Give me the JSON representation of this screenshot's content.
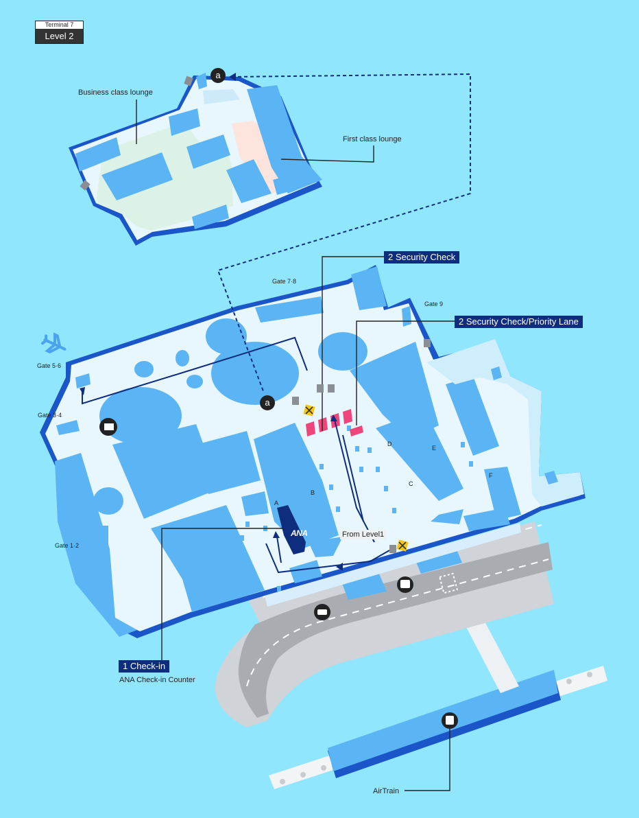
{
  "header": {
    "terminal": "Terminal 7",
    "level": "Level 2"
  },
  "lounges": {
    "business": "Business class lounge",
    "first": "First class lounge"
  },
  "steps": {
    "check_in": "1 Check-in",
    "check_in_sub": "ANA Check-in Counter",
    "security": "2 Security Check",
    "priority": "2 Security Check/Priority Lane"
  },
  "gates": {
    "g12": "Gate 1·2",
    "g34": "Gate 3·4",
    "g56": "Gate 5·6",
    "g78": "Gate 7·8",
    "g9": "Gate 9"
  },
  "zones": {
    "a": "A",
    "b": "B",
    "c": "C",
    "d": "D",
    "e": "E",
    "f": "F"
  },
  "markers": {
    "elevator": "a",
    "from_level1": "From Level1",
    "ana": "ANA",
    "airtrain": "AirTrain"
  },
  "colors": {
    "water": "#8fe6fd",
    "floor": "#e8f6fd",
    "block": "#5bb5f4",
    "wall": "#1b56c9",
    "navy": "#0f2d7e",
    "business_lounge": "#dcf2e6",
    "first_lounge": "#fde4dc",
    "security_lane": "#f0457a",
    "road": "#cfd2d6"
  },
  "icons": [
    "airplane-icon",
    "bus-icon",
    "taxi-icon",
    "train-icon",
    "escalator-icon",
    "info-desk-icon",
    "no-entry-icon"
  ]
}
